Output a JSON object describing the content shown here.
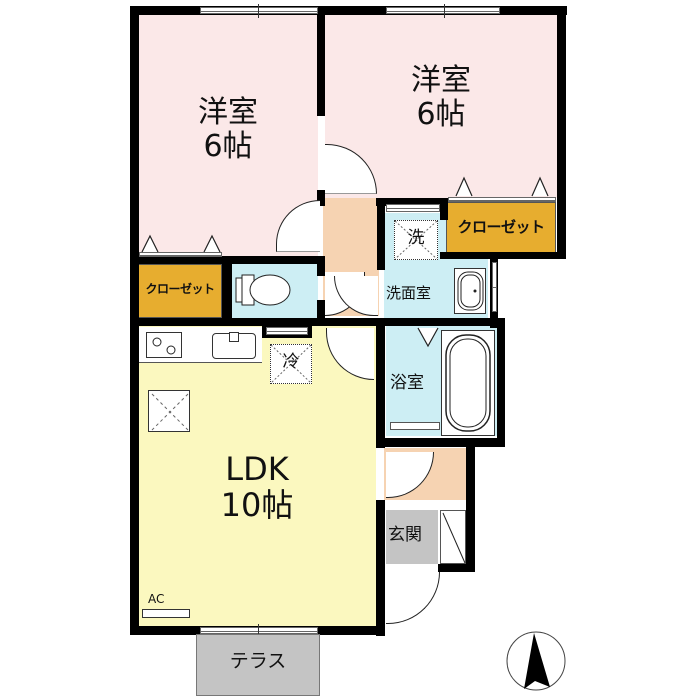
{
  "floorplan": {
    "rooms": {
      "western_room_1": {
        "name": "洋室",
        "size": "6帖"
      },
      "western_room_2": {
        "name": "洋室",
        "size": "6帖"
      },
      "ldk": {
        "name": "LDK",
        "size": "10帖"
      },
      "washroom": {
        "name": "洗面室"
      },
      "bathroom": {
        "name": "浴室"
      },
      "entrance": {
        "name": "玄関"
      },
      "terrace": {
        "name": "テラス"
      }
    },
    "closets": {
      "left": "クローゼット",
      "right": "クローゼット"
    },
    "fixtures": {
      "washer": "洗",
      "fridge": "冷",
      "aircon": "AC"
    },
    "icons": [
      "north-arrow-icon",
      "toilet-icon",
      "stove-icon",
      "sink-icon",
      "washbasin-icon",
      "bathtub-icon"
    ],
    "colors": {
      "western_room": "#fbe8e8",
      "ldk": "#fbf8bf",
      "wet_area": "#cdeef4",
      "hallway": "#f6d3b2",
      "closet": "#e7ad2f",
      "entrance": "#c4c4c4",
      "wall": "#000000"
    }
  }
}
